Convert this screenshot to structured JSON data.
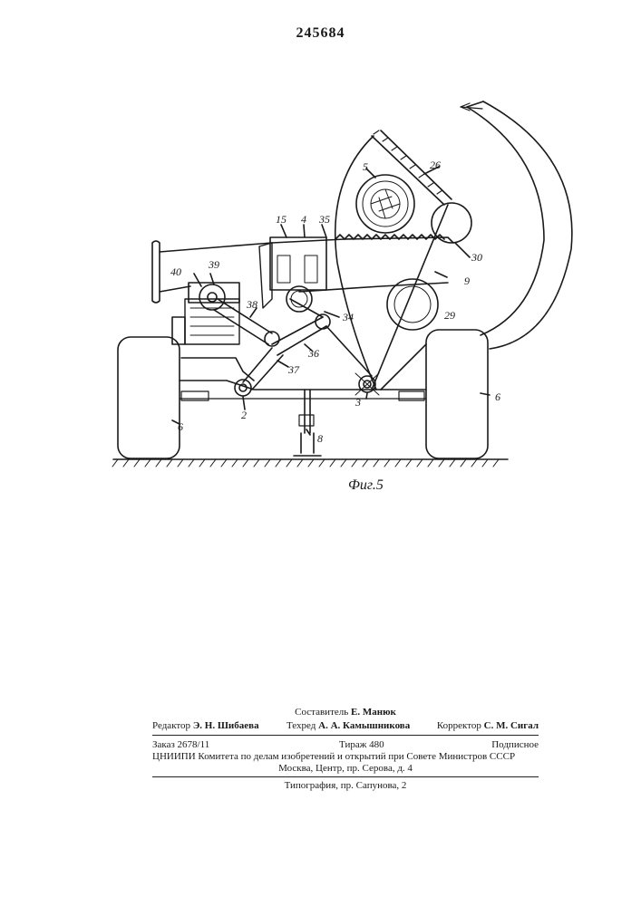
{
  "header": {
    "patent_number": "245684"
  },
  "figure": {
    "caption": "Фиг.5",
    "labels": {
      "l2": "2",
      "l3": "3",
      "l4": "4",
      "l5": "5",
      "l6a": "6",
      "l6b": "6",
      "l8": "8",
      "l9": "9",
      "l15": "15",
      "l26": "26",
      "l29": "29",
      "l30": "30",
      "l34": "34",
      "l35": "35",
      "l36": "36",
      "l37": "37",
      "l38": "38",
      "l39": "39",
      "l40": "40"
    }
  },
  "footer": {
    "compiler_label": "Составитель",
    "compiler_name": "Е. Манюк",
    "editor_label": "Редактор",
    "editor_name": "Э. Н. Шибаева",
    "techred_label": "Техред",
    "techred_name": "А. А. Камышникова",
    "corrector_label": "Корректор",
    "corrector_name": "С. М. Сигал",
    "order": "Заказ 2678/11",
    "circulation": "Тираж 480",
    "subscription": "Подписное",
    "org_line": "ЦНИИПИ Комитета по делам изобретений и открытий при Совете Министров СССР",
    "address_line": "Москва, Центр, пр. Серова, д. 4",
    "printing_line": "Типография, пр. Сапунова, 2"
  }
}
